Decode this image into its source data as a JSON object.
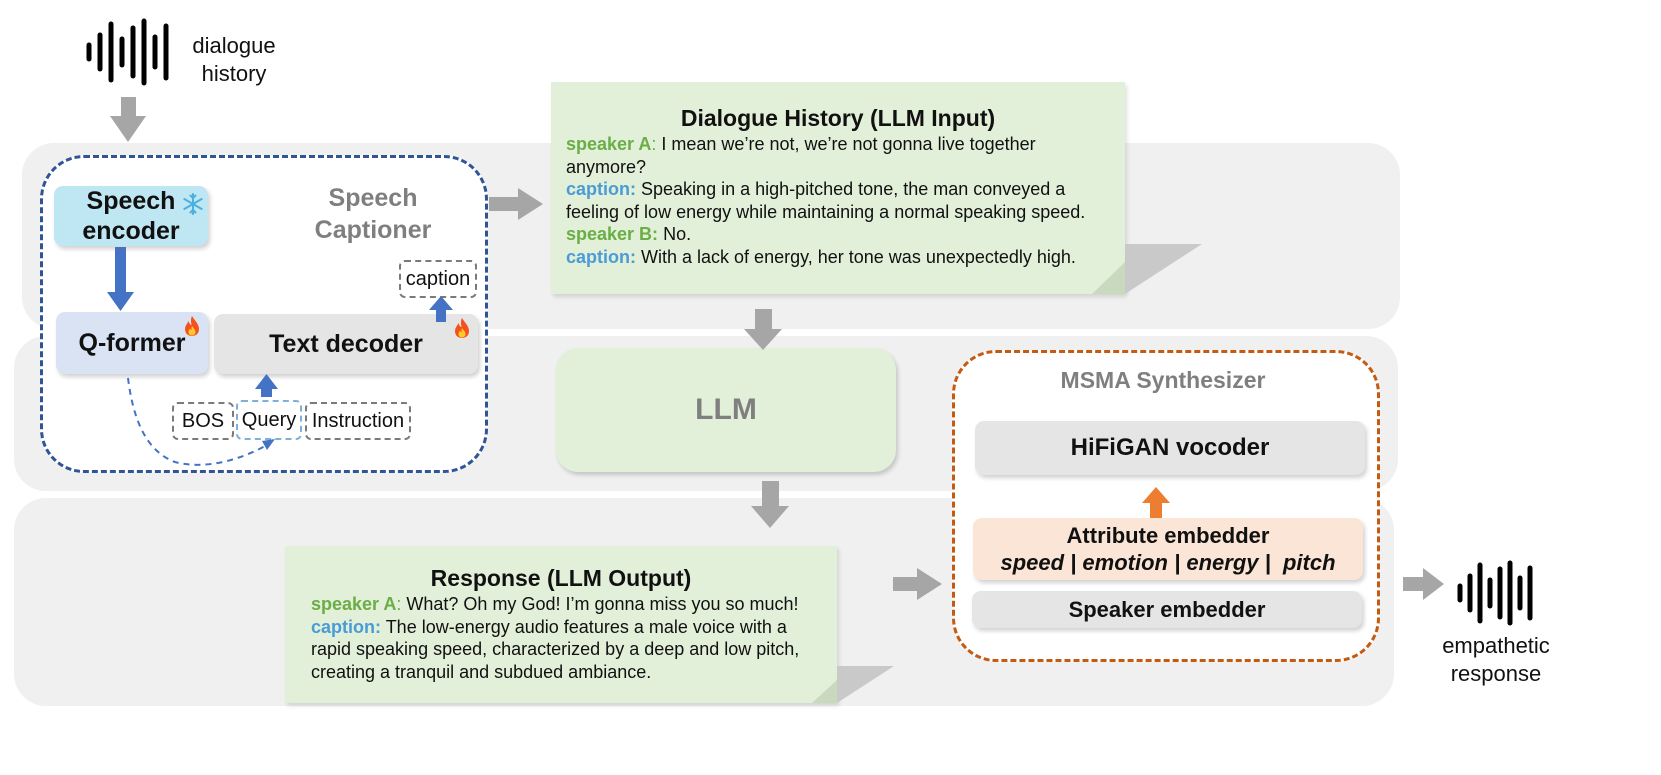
{
  "labels": {
    "dialogue_history": "dialogue\nhistory",
    "empathetic_response": "empathetic\nresponse"
  },
  "captioner": {
    "title": "Speech\nCaptioner",
    "speech_encoder": "Speech\nencoder",
    "qformer": "Q-former",
    "text_decoder": "Text decoder",
    "caption_token": "caption",
    "bos_token": "BOS",
    "query_token": "Query",
    "instruction_token": "Instruction"
  },
  "llm_input": {
    "title": "Dialogue History (LLM Input)",
    "lines": [
      {
        "tag": "speaker A",
        "sep": ": ",
        "text": "I mean we’re not, we’re not gonna live together",
        "kind": "speaker"
      },
      {
        "tag": "",
        "sep": "",
        "text": "anymore?",
        "kind": "cont"
      },
      {
        "tag": "caption:",
        "sep": " ",
        "text": "Speaking in a high-pitched tone, the man conveyed a",
        "kind": "caption"
      },
      {
        "tag": "",
        "sep": "",
        "text": "feeling of low energy while maintaining a normal speaking speed.",
        "kind": "cont"
      },
      {
        "tag": "speaker B:",
        "sep": " ",
        "text": "No.",
        "kind": "speaker"
      },
      {
        "tag": "caption:",
        "sep": " ",
        "text": "With a lack of energy, her tone was unexpectedly high.",
        "kind": "caption"
      }
    ]
  },
  "llm": {
    "label": "LLM"
  },
  "llm_output": {
    "title": "Response (LLM Output)",
    "lines": [
      {
        "tag": "speaker A",
        "sep": ": ",
        "text": "What? Oh my God! I’m gonna miss you so much!",
        "kind": "speaker"
      },
      {
        "tag": "caption:",
        "sep": " ",
        "text": "The low-energy audio features a male voice with a",
        "kind": "caption"
      },
      {
        "tag": "",
        "sep": "",
        "text": "rapid speaking speed, characterized by a deep and low pitch,",
        "kind": "cont"
      },
      {
        "tag": "",
        "sep": "",
        "text": "creating a tranquil and subdued ambiance.",
        "kind": "cont"
      }
    ]
  },
  "synthesizer": {
    "title": "MSMA Synthesizer",
    "vocoder": "HiFiGAN vocoder",
    "attribute_embedder": "Attribute embedder",
    "attributes": "speed | emotion | energy |  pitch",
    "speaker_embedder": "Speaker embedder"
  },
  "icons": [
    "waveform-icon",
    "snowflake-icon",
    "fire-icon"
  ],
  "colors": {
    "band_bg": "#f0f0f0",
    "captioner_border": "#2f5597",
    "synth_border": "#c55a11",
    "speech_encoder_fill": "#bfe6f3",
    "qformer_fill": "#dae3f3",
    "decoder_fill": "#e5e5e5",
    "llm_fill": "#e2efd9",
    "note_fill": "#e2efd9",
    "attribute_fill": "#fbe5d6",
    "speaker_green": "#6aae45",
    "caption_blue": "#4a9bd6",
    "blue_arrow": "#4472c4",
    "orange_arrow": "#ed7d31",
    "grey_arrow": "#a6a6a6"
  }
}
